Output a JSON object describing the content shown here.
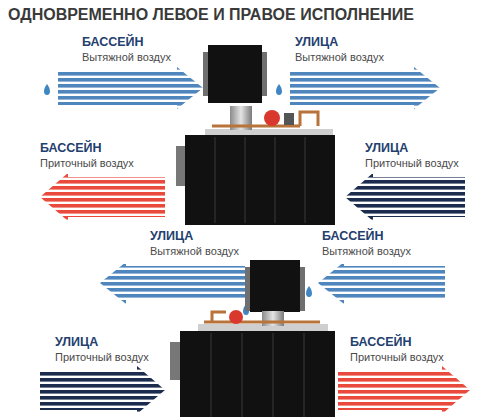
{
  "diagram": {
    "title": "ОДНОВРЕМЕННО ЛЕВОЕ И ПРАВОЕ ИСПОЛНЕНИЕ",
    "labels": [
      "БАССЕЙН",
      "Вытяжной воздух",
      "УЛИЦА",
      "Вытяжной воздух",
      "БАССЕЙН",
      "Приточный воздух",
      "УЛИЦА",
      "Приточный воздух",
      "УЛИЦА",
      "Вытяжной воздух",
      "БАССЕЙН",
      "Вытяжной воздух",
      "УЛИЦА",
      "Приточный воздух",
      "БАССЕЙН",
      "Приточный воздух"
    ]
  }
}
